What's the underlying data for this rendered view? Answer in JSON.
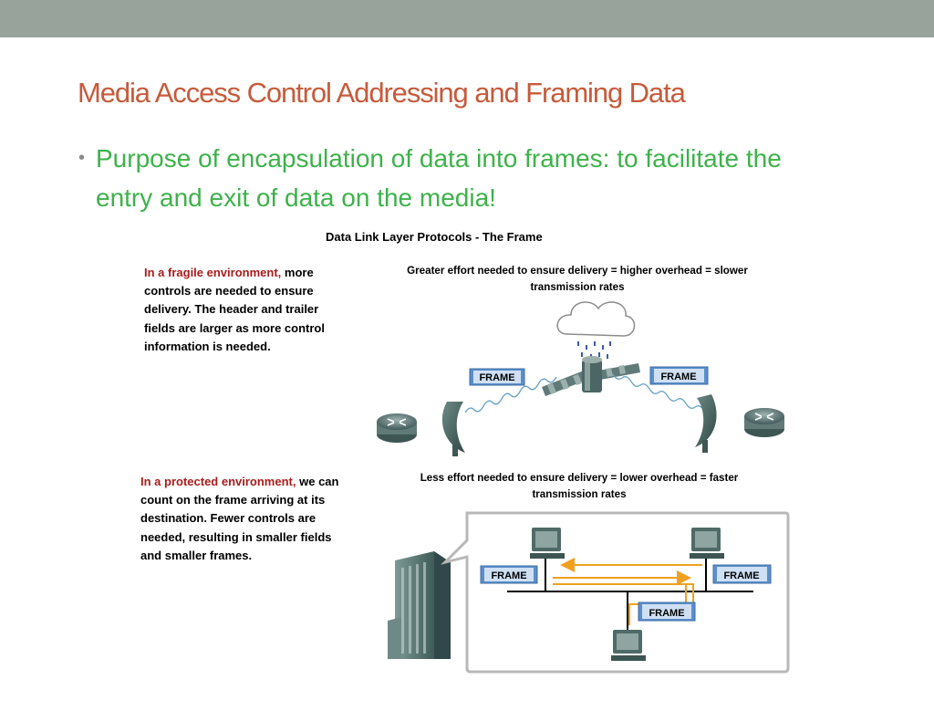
{
  "slide": {
    "title": "Media Access Control Addressing and Framing Data",
    "bullet": "Purpose of encapsulation of data into frames: to facilitate the entry and exit of data on the media!"
  },
  "figure": {
    "title": "Data Link Layer Protocols - The Frame",
    "fragile": {
      "lead": "In a fragile environment,",
      "body": "more controls are needed to ensure delivery. The header and trailer fields are larger as more control information is needed.",
      "caption": "Greater effort needed to ensure delivery = higher overhead = slower transmission rates",
      "frame_left": "FRAME",
      "frame_right": "FRAME"
    },
    "protected": {
      "lead": "In a protected environment,",
      "body": "we can count on the frame arriving at its destination. Fewer controls are needed, resulting in smaller fields and smaller frames.",
      "caption": "Less effort needed to ensure delivery = lower overhead = faster transmission rates",
      "frame_left": "FRAME",
      "frame_right": "FRAME",
      "frame_bottom": "FRAME"
    }
  },
  "colors": {
    "title": "#c75a3a",
    "bullet": "#3db24a",
    "highlight": "#a91c1c",
    "frame_box": "#5b8fc9",
    "arrow": "#f0a020",
    "top_bar": "#98a39c"
  }
}
